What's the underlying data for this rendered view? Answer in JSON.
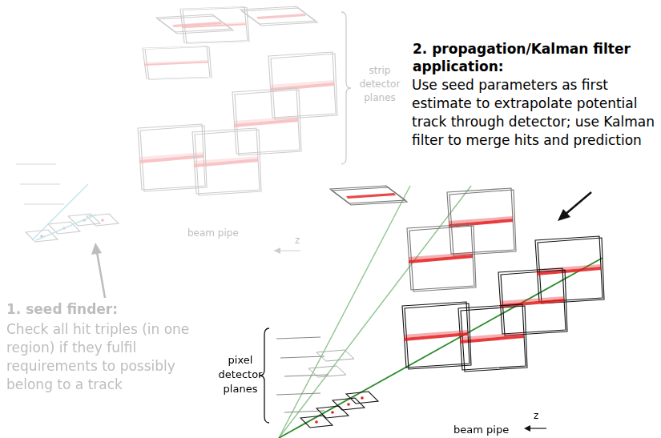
{
  "diagram": {
    "labels": [
      "2. propagation/Kalman filter application:",
      "Use seed parameters as first estimate to extrapolate potential track through detector; use Kalman filter to merge hits and prediction",
      "strip detector planes",
      "beam pipe",
      "z",
      "1. seed finder:",
      "Check all hit triples (in one region) if they fulfil requirements to possibly belong to a track",
      "pixel detector planes",
      "beam pipe",
      "z"
    ]
  }
}
